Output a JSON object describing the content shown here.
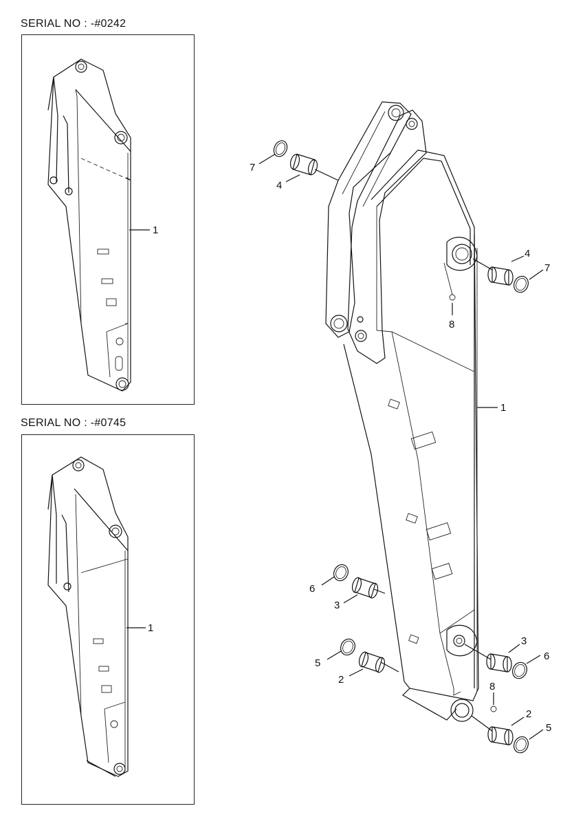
{
  "inset_top": {
    "serial_label": "SERIAL NO : -#0242",
    "callout_1": "1"
  },
  "inset_bottom": {
    "serial_label": "SERIAL NO : -#0745",
    "callout_1": "1"
  },
  "main": {
    "callouts": {
      "c1": "1",
      "c2a": "2",
      "c2b": "2",
      "c3a": "3",
      "c3b": "3",
      "c4a": "4",
      "c4b": "4",
      "c5a": "5",
      "c5b": "5",
      "c6a": "6",
      "c6b": "6",
      "c7a": "7",
      "c7b": "7",
      "c8a": "8",
      "c8b": "8"
    }
  }
}
